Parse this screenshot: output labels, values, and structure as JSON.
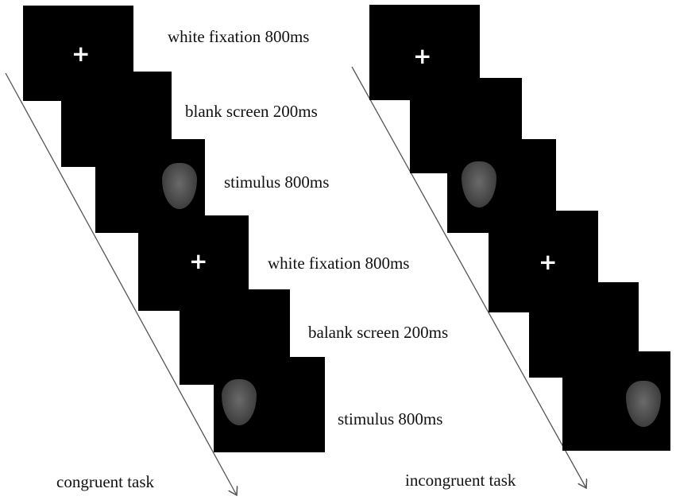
{
  "congruent": {
    "task_label": "congruent task",
    "steps": [
      {
        "label": "white fixation 800ms",
        "content": "fixation-cross"
      },
      {
        "label": "blank screen 200ms",
        "content": "blank"
      },
      {
        "label": "stimulus 800ms",
        "content": "face"
      },
      {
        "label": "white fixation 800ms",
        "content": "fixation-cross"
      },
      {
        "label": "balank screen 200ms",
        "content": "blank"
      },
      {
        "label": "stimulus 800ms",
        "content": "face"
      }
    ]
  },
  "incongruent": {
    "task_label": "incongruent task"
  },
  "fixation_symbol": "+",
  "colors": {
    "screen": "#000000",
    "background": "#ffffff",
    "arrow": "#555555"
  }
}
